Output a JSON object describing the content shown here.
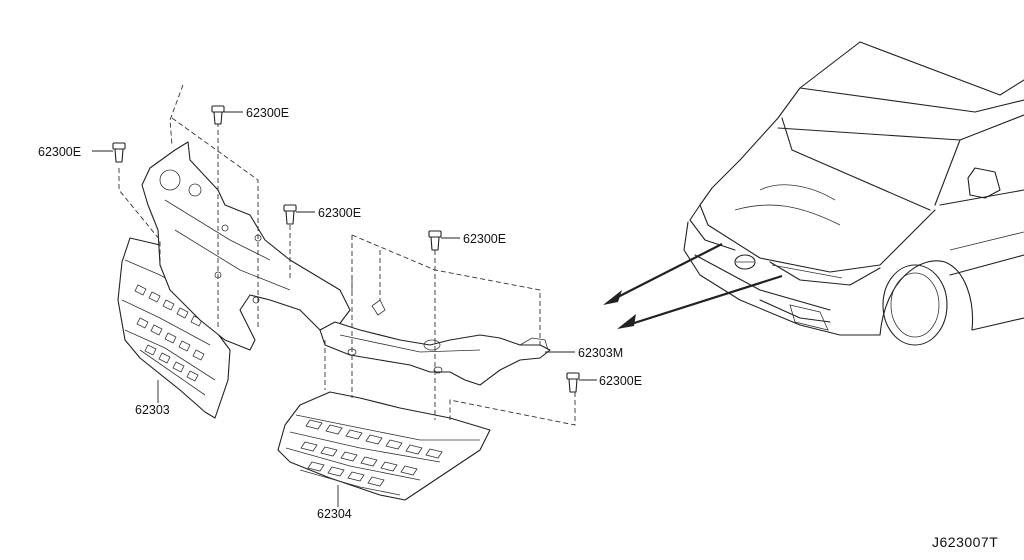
{
  "diagram": {
    "drawing_code": "J623007T",
    "labels": {
      "clip_e": "62300E",
      "bracket": "62303M",
      "grille_left": "62303",
      "grille_center": "62304"
    }
  }
}
